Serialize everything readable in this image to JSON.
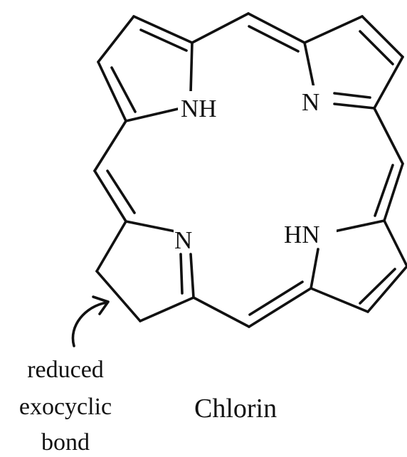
{
  "molecule": {
    "name": "Chlorin"
  },
  "atoms": {
    "nh_top": "NH",
    "n_top_right": "N",
    "n_bottom_left": "N",
    "hn_bottom_right": "HN"
  },
  "annotation": {
    "line1": "reduced",
    "line2": "exocyclic",
    "line3": "bond"
  },
  "colors": {
    "ink": "#111111",
    "background": "#ffffff"
  }
}
